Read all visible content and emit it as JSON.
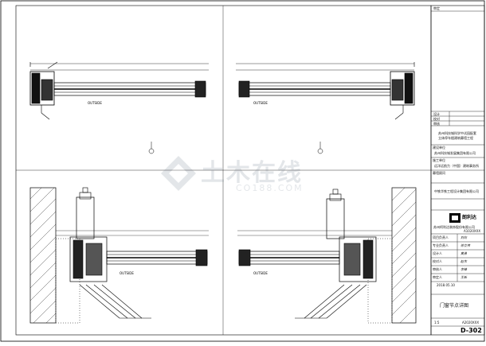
{
  "drawing": {
    "callout_tags": [
      "OUTSIDE",
      "OUTSIDE",
      "OUTSIDE",
      "OUTSIDE"
    ]
  },
  "title_block": {
    "header_code": "审定",
    "row_labels": [
      "设计",
      "校对",
      "审核"
    ],
    "project_name_line1": "苏州科技城科学中试园配套",
    "project_name_line2": "立体停车楼建筑幕墙工程",
    "owner_label": "建设单位",
    "owner": "苏州科技城发展集团有限公司",
    "contractor_label": "施工单位",
    "contractor": "远洋远航力（中国）建筑事务所",
    "designer_label": "幕墙顾问",
    "designer": "中铁华铁工程设计集团有限公司",
    "company_logo_text": "朗利达",
    "company_name": "苏州柯利达装饰股份有限公司",
    "cert_no_1": "A1020XXX",
    "cert_no_2": "A2020XXX",
    "signature_roles": [
      "项目负责人",
      "专业负责人",
      "设计人",
      "校对人",
      "审核人",
      "审定人"
    ],
    "signature_names": [
      "刘向",
      "徐立伟",
      "黄勇",
      "赵东",
      "李峰",
      "王新"
    ],
    "drawing_title": "门窗节点详图",
    "scale": "1:5",
    "date": "2018.05.10",
    "sheet_id": "D-302"
  },
  "watermark": {
    "main": "土木在线",
    "sub": "CO188.COM"
  }
}
